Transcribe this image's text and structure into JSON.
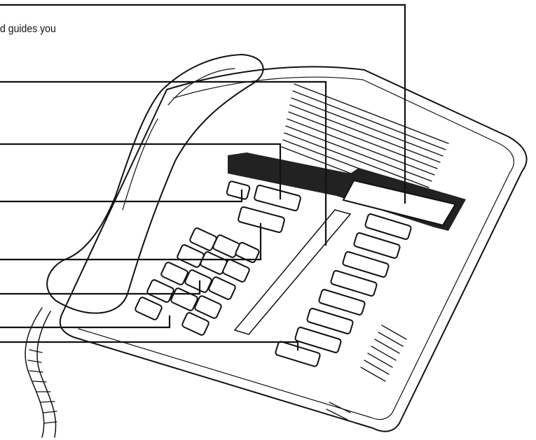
{
  "caption": {
    "text": "d guides you"
  },
  "colors": {
    "ink": "#111111",
    "display": "#222222",
    "background": "#ffffff"
  },
  "callouts": [
    {
      "target": "display-window"
    },
    {
      "target": "memory-button-column"
    },
    {
      "target": "release-key"
    },
    {
      "target": "hold-key"
    },
    {
      "target": "volume-control-bar"
    },
    {
      "target": "dial-pad"
    },
    {
      "target": "bottom-left-keys"
    },
    {
      "target": "bottom-memory-button"
    }
  ]
}
